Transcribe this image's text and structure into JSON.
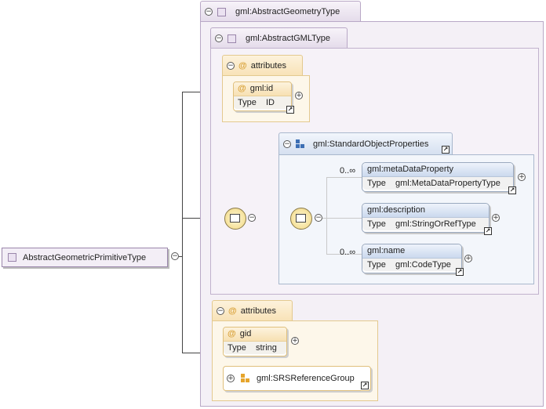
{
  "root": {
    "label": "AbstractGeometricPrimitiveType"
  },
  "abstract_geometry": {
    "label": "gml:AbstractGeometryType"
  },
  "abstract_gml": {
    "label": "gml:AbstractGMLType"
  },
  "attributes_group1": {
    "label": "attributes",
    "id_attr": {
      "name": "gml:id",
      "type_label": "Type",
      "type_value": "ID"
    }
  },
  "standard_props": {
    "label": "gml:StandardObjectProperties",
    "elements": [
      {
        "occurs": "0..∞",
        "name": "gml:metaDataProperty",
        "type_label": "Type",
        "type_value": "gml:MetaDataPropertyType"
      },
      {
        "occurs": "",
        "name": "gml:description",
        "type_label": "Type",
        "type_value": "gml:StringOrRefType"
      },
      {
        "occurs": "0..∞",
        "name": "gml:name",
        "type_label": "Type",
        "type_value": "gml:CodeType"
      }
    ]
  },
  "attributes_group2": {
    "label": "attributes",
    "gid_attr": {
      "name": "gid",
      "type_label": "Type",
      "type_value": "string"
    },
    "srs_group": "gml:SRSReferenceGroup"
  },
  "colors": {
    "purple": "#f4f0f6",
    "orange": "#fdf7ea",
    "blue": "#f3f6fb"
  }
}
